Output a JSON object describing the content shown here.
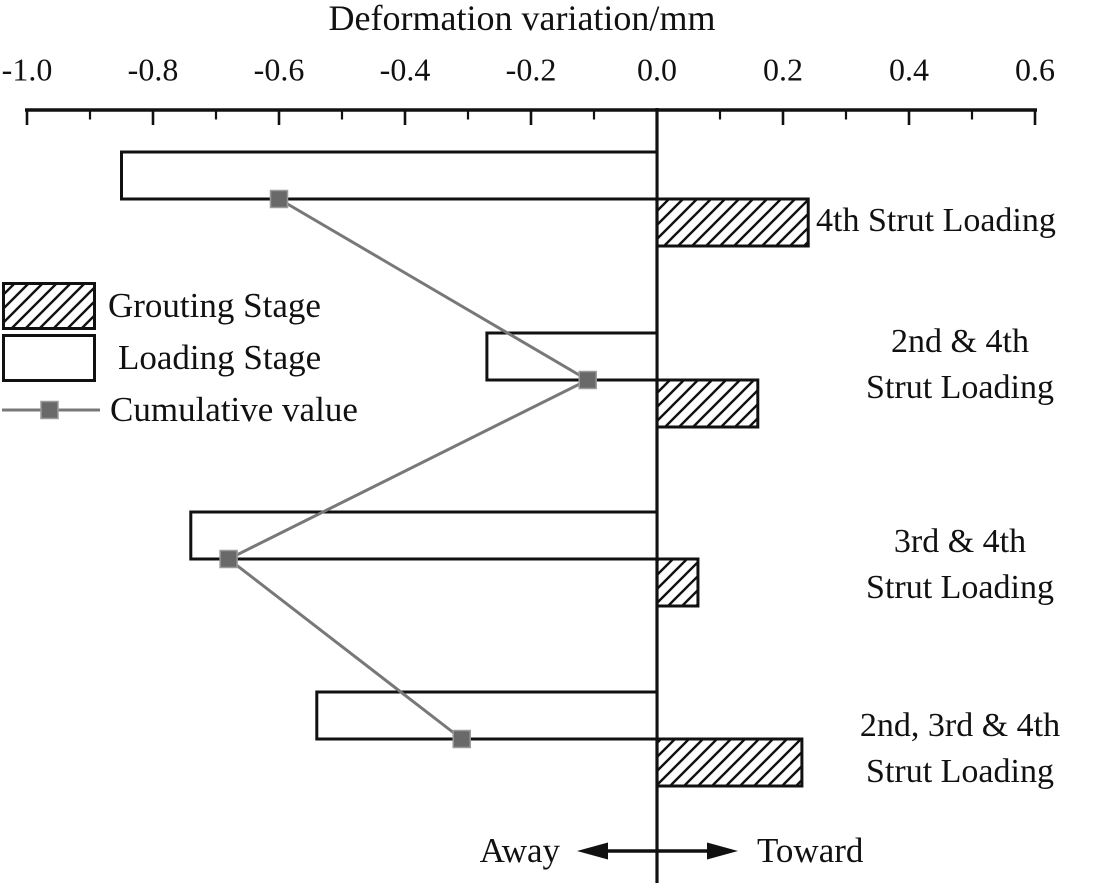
{
  "title": "Deformation variation/mm",
  "legend": {
    "grouting": "Grouting Stage",
    "loading": "Loading Stage",
    "cumulative": "Cumulative value"
  },
  "annotations": {
    "away": "Away",
    "toward": "Toward"
  },
  "colors": {
    "background": "#ffffff",
    "ink": "#111111",
    "cumulative_line": "#787878",
    "marker_fill": "#696969",
    "marker_edge": "#9a9a9a"
  },
  "chart_data": {
    "type": "bar",
    "orientation": "horizontal-diverging",
    "title": "Deformation variation/mm",
    "xlabel": "Deformation variation/mm",
    "xlim": [
      -1.0,
      0.6
    ],
    "x_tick_labels": [
      "-1.0",
      "-0.8",
      "-0.6",
      "-0.4",
      "-0.2",
      "0.0",
      "0.2",
      "0.4",
      "0.6"
    ],
    "x_tick_values": [
      -1.0,
      -0.8,
      -0.6,
      -0.4,
      -0.2,
      0.0,
      0.2,
      0.4,
      0.6
    ],
    "minor_tick_values": [
      -0.9,
      -0.7,
      -0.5,
      -0.3,
      -0.1,
      0.1,
      0.3,
      0.5
    ],
    "grid": false,
    "legend_position": "middle-left",
    "negative_direction_label": "Away",
    "positive_direction_label": "Toward",
    "categories": [
      {
        "lines": [
          "4th Strut Loading"
        ]
      },
      {
        "lines": [
          "2nd & 4th",
          "Strut Loading"
        ]
      },
      {
        "lines": [
          "3rd & 4th",
          "Strut Loading"
        ]
      },
      {
        "lines": [
          "2nd, 3rd & 4th",
          "Strut Loading"
        ]
      }
    ],
    "series": [
      {
        "name": "Loading Stage",
        "kind": "bar",
        "fill": "open",
        "values": [
          -0.85,
          -0.27,
          -0.74,
          -0.54
        ]
      },
      {
        "name": "Grouting Stage",
        "kind": "bar",
        "fill": "hatched",
        "values": [
          0.24,
          0.16,
          0.065,
          0.23
        ]
      },
      {
        "name": "Cumulative value",
        "kind": "line-marker",
        "values": [
          -0.6,
          -0.11,
          -0.68,
          -0.31
        ]
      }
    ]
  }
}
